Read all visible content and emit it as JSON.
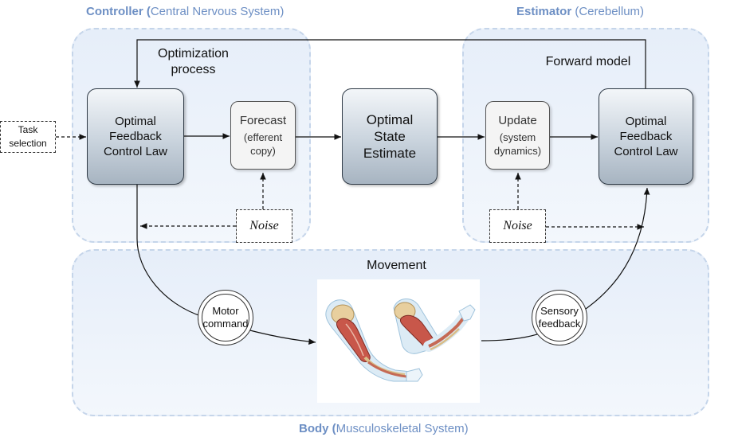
{
  "regions": {
    "controller": {
      "bold": "Controller (",
      "rest": "Central Nervous System)"
    },
    "estimator": {
      "bold": "Estimator",
      "rest": " (Cerebellum)"
    },
    "body": {
      "bold": "Body (",
      "rest": "Musculoskeletal System)"
    }
  },
  "labels": {
    "optimization_process": [
      "Optimization",
      "process"
    ],
    "forward_model": "Forward model",
    "movement": "Movement"
  },
  "nodes": {
    "task_selection": [
      "Task",
      "selection"
    ],
    "ofcl_left": [
      "Optimal",
      "Feedback",
      "Control Law"
    ],
    "forecast": {
      "title": "Forecast",
      "detail": [
        "(efferent",
        "copy)"
      ]
    },
    "state_estimate": [
      "Optimal",
      "State",
      "Estimate"
    ],
    "update": {
      "title": "Update",
      "detail": [
        "(system",
        "dynamics)"
      ]
    },
    "ofcl_right": [
      "Optimal",
      "Feedback",
      "Control Law"
    ],
    "noise_left": "Noise",
    "noise_right": "Noise",
    "motor_command": [
      "Motor",
      "command"
    ],
    "sensory_feedback": [
      "Sensory",
      "feedback"
    ]
  },
  "colors": {
    "region_title": "#6d8fc4",
    "region_border": "#c5d5ea",
    "region_fill": "#eaf1fa",
    "dark_box_fill": "#b9c4cf",
    "light_box_fill": "#f4f4f4",
    "connector": "#111111"
  },
  "icons": {
    "arm_illustration": "musculoskeletal-arm-flexion-illustration"
  }
}
